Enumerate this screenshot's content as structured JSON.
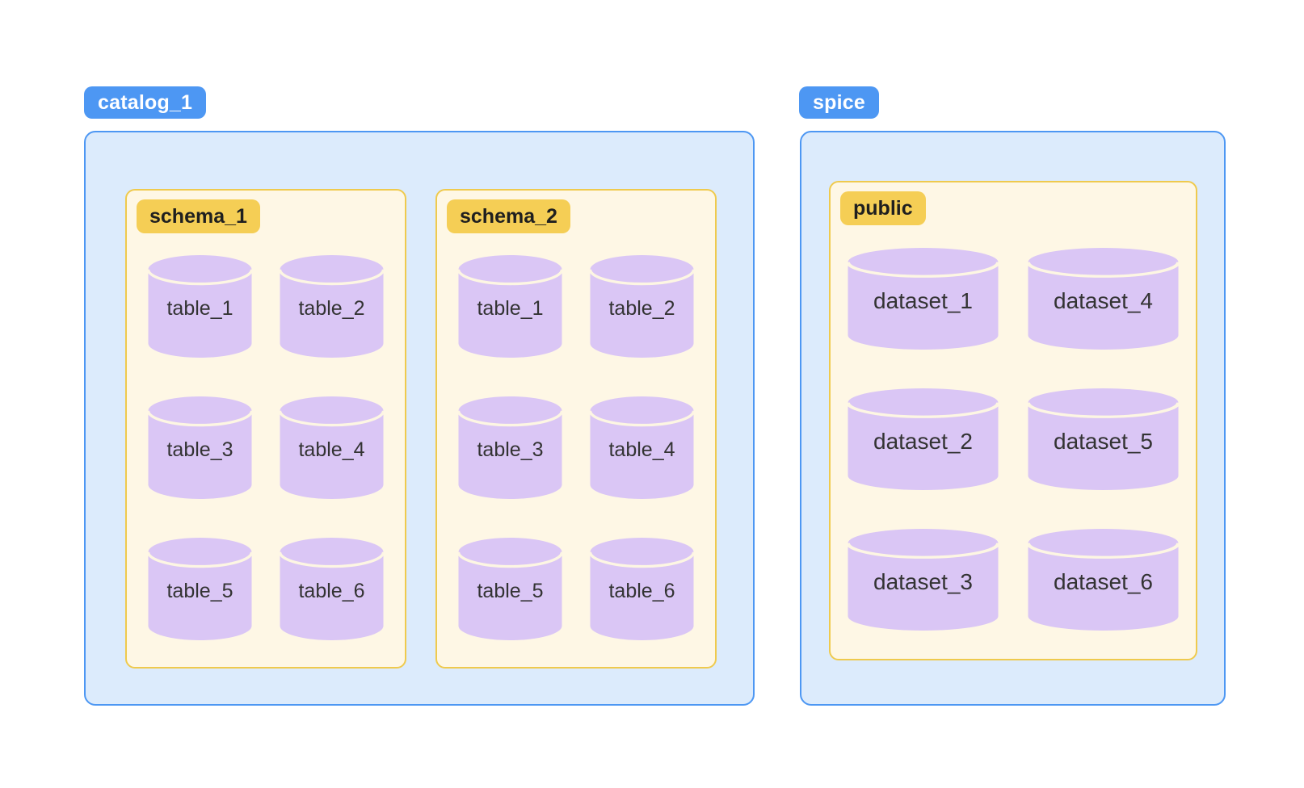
{
  "colors": {
    "blue": "#4D97F3",
    "blue_fill": "#DCEBFC",
    "yellow_border": "#EFCA4D",
    "cream_fill": "#FEF7E5",
    "yellow_badge": "#F5CE55",
    "purple": "#DAC6F5",
    "cylinder_divider": "#FDF6E3",
    "label_ink": "#333333",
    "badge_ink": "#1F1F1F"
  },
  "catalogs": [
    {
      "label": "catalog_1",
      "schemas": [
        {
          "label": "schema_1",
          "tables": [
            "table_1",
            "table_2",
            "table_3",
            "table_4",
            "table_5",
            "table_6"
          ]
        },
        {
          "label": "schema_2",
          "tables": [
            "table_1",
            "table_2",
            "table_3",
            "table_4",
            "table_5",
            "table_6"
          ]
        }
      ]
    },
    {
      "label": "spice",
      "schemas": [
        {
          "label": "public",
          "tables": [
            "dataset_1",
            "dataset_2",
            "dataset_3",
            "dataset_4",
            "dataset_5",
            "dataset_6"
          ]
        }
      ]
    }
  ]
}
